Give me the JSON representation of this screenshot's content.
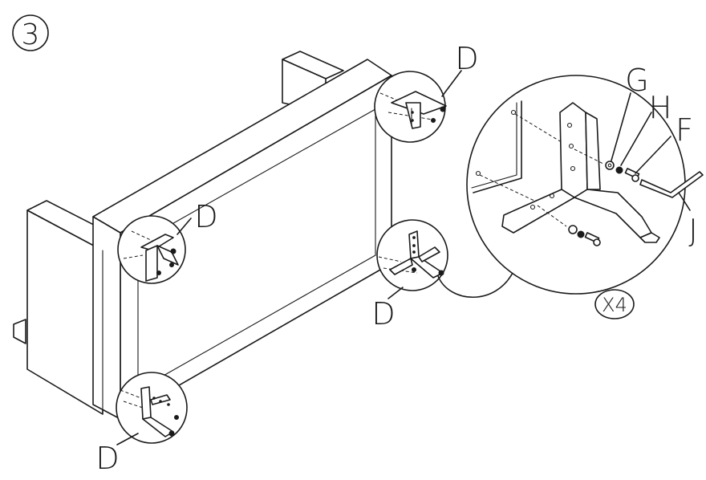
{
  "step": {
    "number": "3"
  },
  "callouts": {
    "top_right": "D",
    "left": "D",
    "right_middle": "D",
    "bottom_left": "D"
  },
  "detail": {
    "parts": {
      "washer": "G",
      "spring_washer": "H",
      "bolt": "F",
      "allen_key": "J"
    },
    "quantity": "X4"
  },
  "colors": {
    "line": "#1a1a1a",
    "background": "#ffffff"
  }
}
